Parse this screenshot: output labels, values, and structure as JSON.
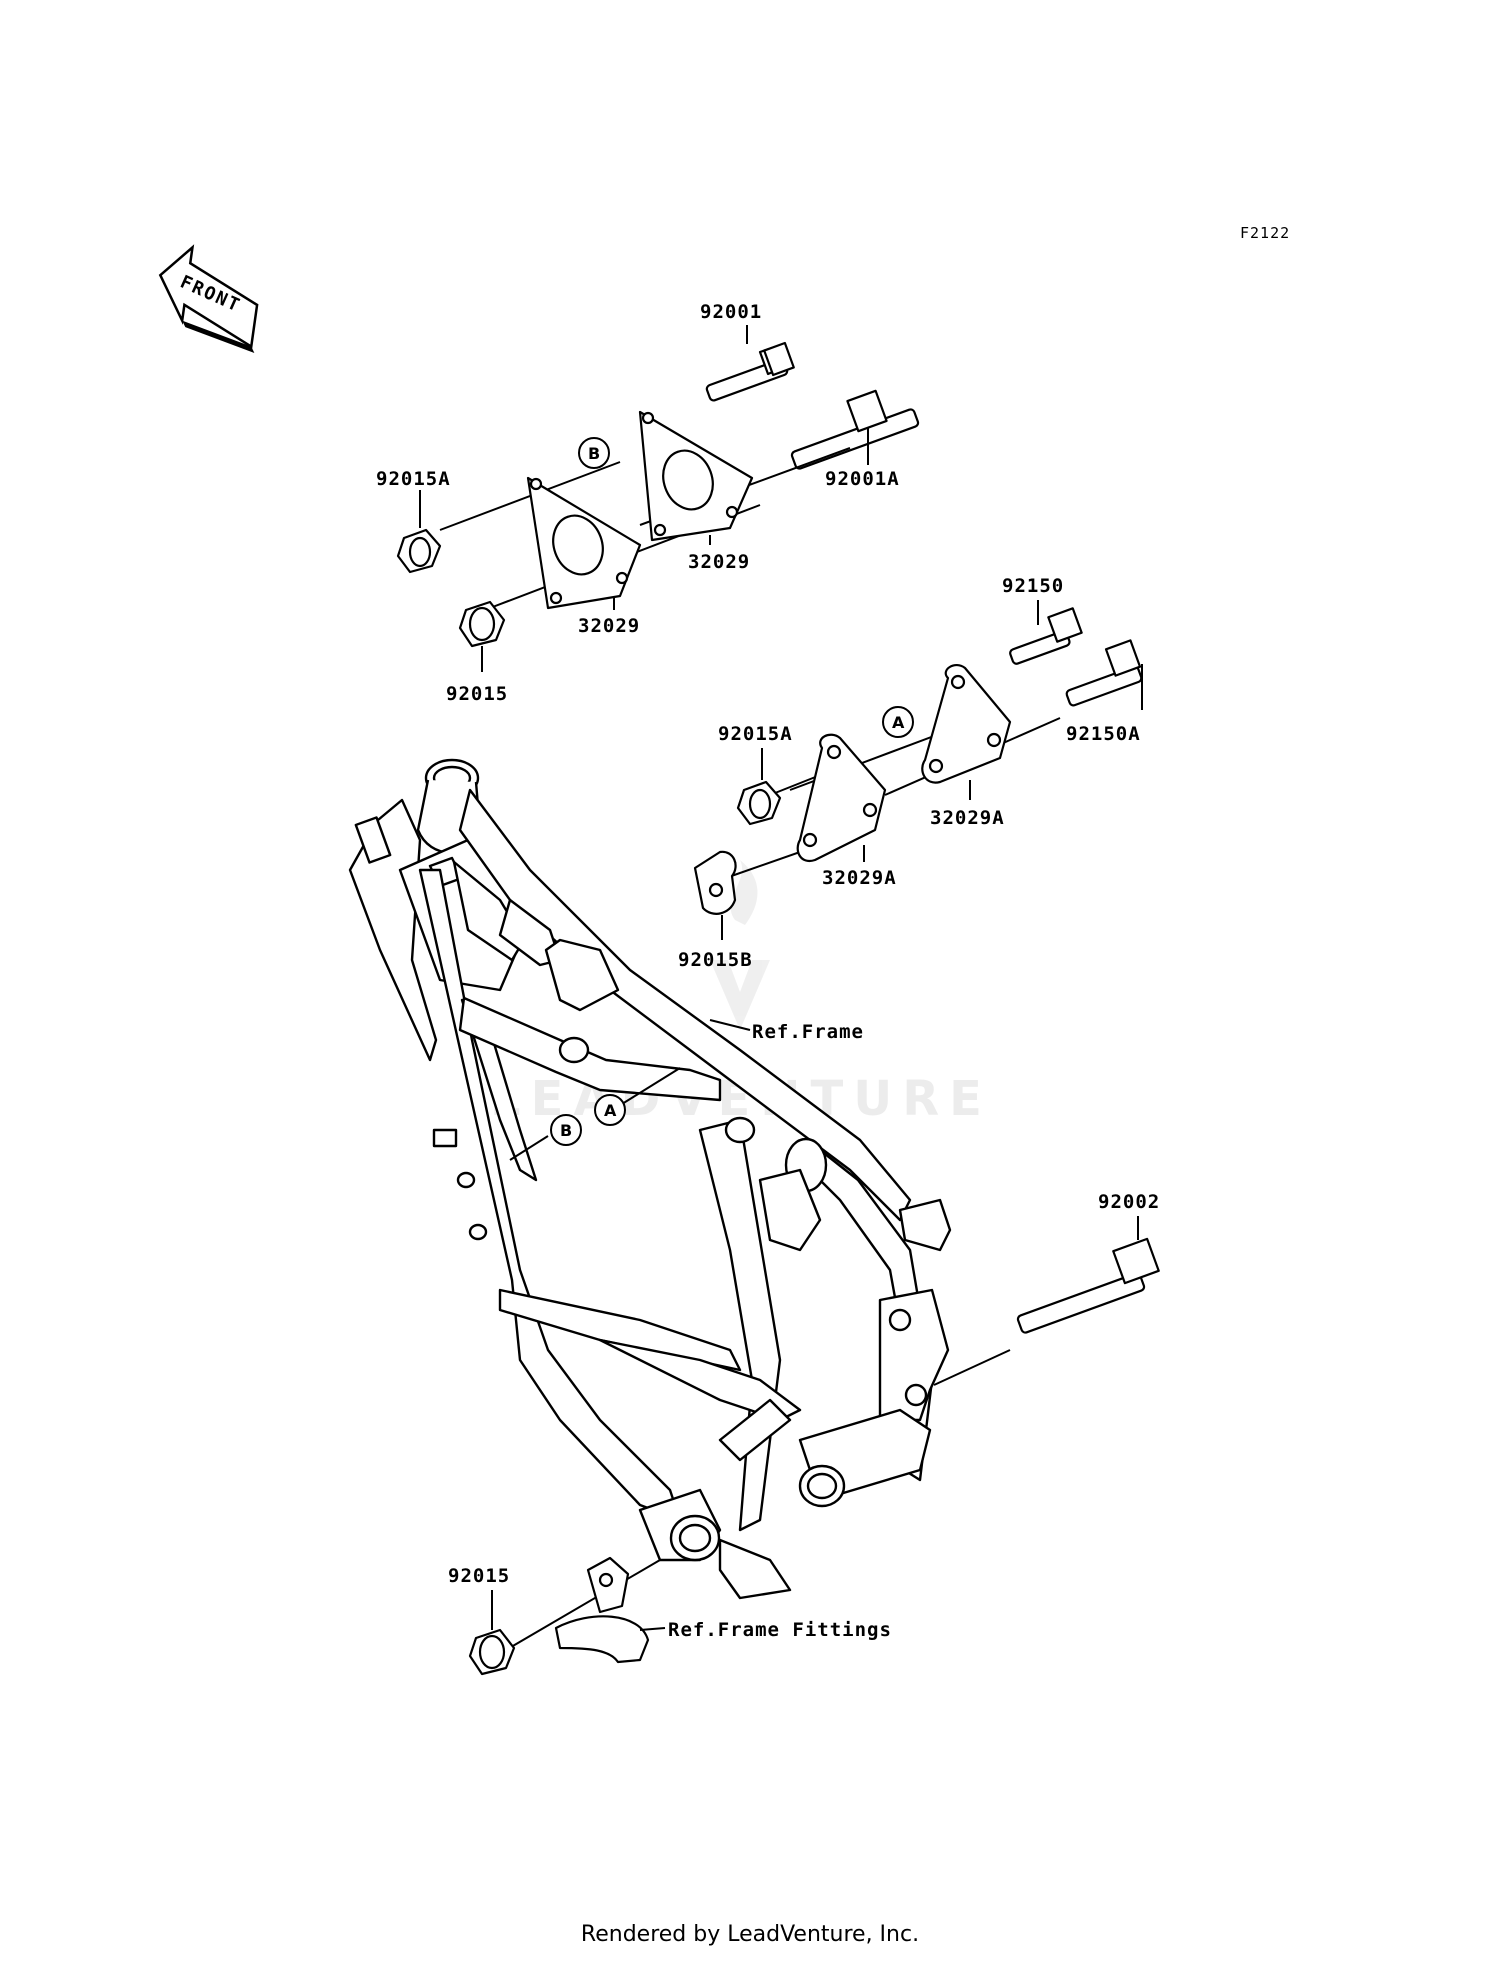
{
  "figure_code": "F2122",
  "front_badge": "FRONT",
  "callouts": {
    "a": "A",
    "b": "B"
  },
  "parts": {
    "p92001": "92001",
    "p92001a": "92001A",
    "p92015a_top": "92015A",
    "p92015_top": "92015",
    "p32029_right": "32029",
    "p32029_left": "32029",
    "p92150": "92150",
    "p92150a": "92150A",
    "p92015a_mid": "92015A",
    "p32029a_right": "32029A",
    "p32029a_left": "32029A",
    "p92015b": "92015B",
    "p92002": "92002",
    "p92015_bottom": "92015"
  },
  "references": {
    "frame": "Ref.Frame",
    "frame_fittings": "Ref.Frame Fittings"
  },
  "watermark": "LEADVENTURE",
  "credit": "Rendered by LeadVenture, Inc."
}
